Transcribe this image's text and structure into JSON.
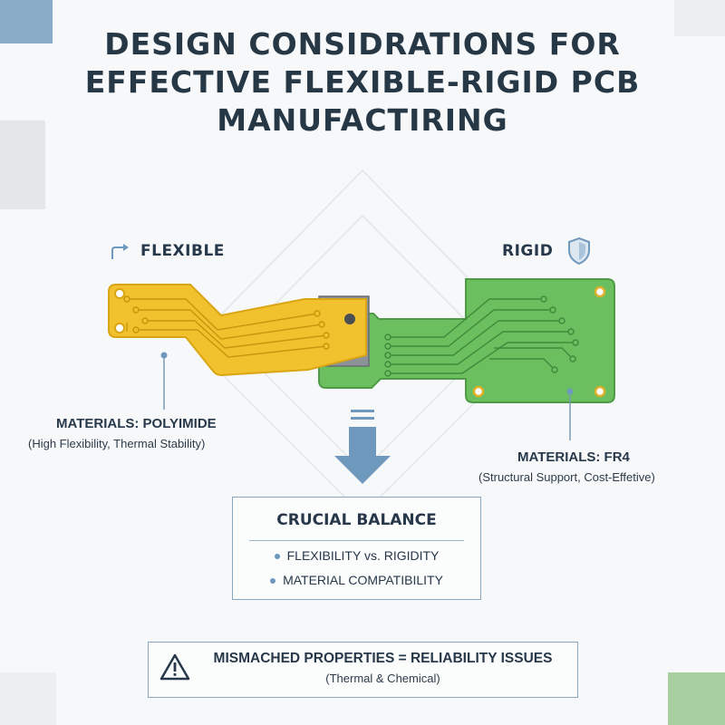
{
  "title": "DESIGN CONSIDRATIONS FOR EFFECTIVE FLEXIBLE-RIGID PCB MANUFACTIRING",
  "flexible": {
    "label": "FLEXIBLE",
    "material": "MATERIALS: POLYIMIDE",
    "description": "(High Flexibility, Thermal Stability)",
    "color": "#f2c12e"
  },
  "rigid": {
    "label": "RIGID",
    "material": "MATERIALS: FR4",
    "description": "(Structural Support, Cost-Effetive)",
    "color": "#6cbf5f"
  },
  "balance": {
    "title": "CRUCIAL BALANCE",
    "items": [
      "FLEXIBILITY vs. RIGIDITY",
      "MATERIAL COMPATIBILITY"
    ]
  },
  "warning": {
    "text": "MISMACHED PROPERTIES = RELIABILITY ISSUES",
    "subtext": "(Thermal & Chemical)"
  },
  "icons": {
    "flexible": "bend-arrow-icon",
    "rigid": "shield-icon",
    "arrow": "down-arrow-icon",
    "warning": "warning-triangle-icon"
  },
  "accent_color": "#6f98bd"
}
